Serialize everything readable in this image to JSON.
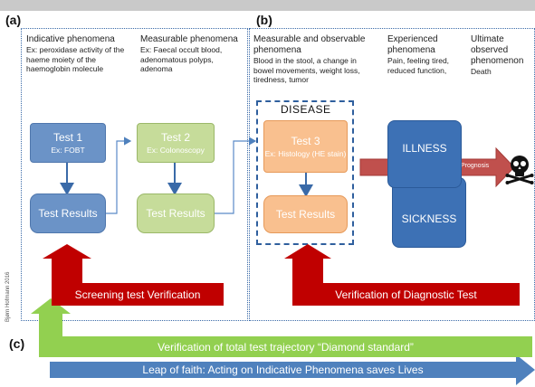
{
  "panels": {
    "a": "(a)",
    "b": "(b)",
    "c": "(c)"
  },
  "columns": {
    "indicative": {
      "title": "Indicative phenomena",
      "example": "Ex: peroxidase activity of the haeme moiety of the haemoglobin molecule"
    },
    "measurable": {
      "title": "Measurable phenomena",
      "example": "Ex: Faecal occult blood, adenomatous polyps, adenoma"
    },
    "observable": {
      "title": "Measurable and observable phenomena",
      "example": "Blood in the stool, a change in bowel movements, weight loss, tiredness, tumor"
    },
    "experienced": {
      "title": "Experienced phenomena",
      "example": "Pain, feeling tired, reduced function,"
    },
    "ultimate": {
      "title": "Ultimate observed phenomenon",
      "example": "Death"
    }
  },
  "tests": {
    "test1": {
      "title": "Test 1",
      "example": "Ex: FOBT"
    },
    "test2": {
      "title": "Test 2",
      "example": "Ex: Colonoscopy"
    },
    "test3": {
      "title": "Test 3",
      "example": "Ex: Histology (HE stain)"
    }
  },
  "results": {
    "r1": "Test Results",
    "r2": "Test Results",
    "r3": "Test Results"
  },
  "disease": "DISEASE",
  "illness": "ILLNESS",
  "sickness": "SICKNESS",
  "prognosis": "Prognosis",
  "skull_icon": "skull-crossbones-icon",
  "verification": {
    "screening": "Screening test Verification",
    "diagnostic": "Verification of Diagnostic Test",
    "total": "Verification of total test trajectory “Diamond standard”",
    "leap": "Leap of faith: Acting on Indicative Phenomena saves Lives"
  },
  "credit": "Bjørn Hofmann 2016",
  "colors": {
    "red": "#c00000",
    "green": "#92d050",
    "blue": "#4f81bd",
    "dark_blue": "#3d71b5"
  }
}
